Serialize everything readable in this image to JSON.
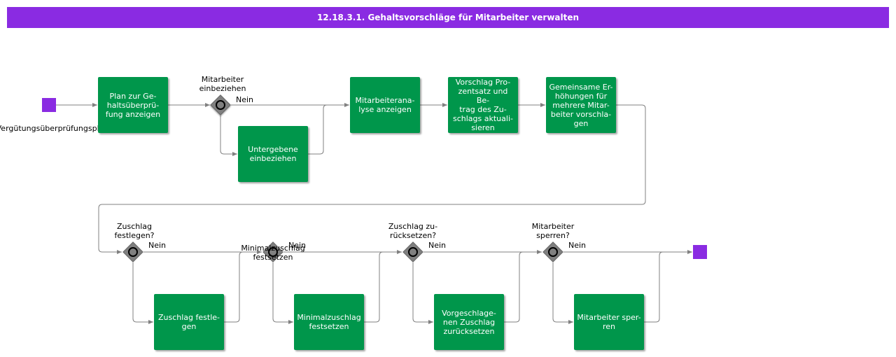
{
  "header": {
    "title": "12.18.3.1. Gehaltsvorschläge für Mitarbeiter verwalten"
  },
  "start_event": {
    "label": "Vergütungsüberprüfungsplan"
  },
  "tasks": {
    "t1": "Plan zur Ge-\nhaltsüberprü-\nfung anzeigen",
    "t2": "Untergebene\neinbeziehen",
    "t3": "Mitarbeiterana-\nlyse anzeigen",
    "t4": "Vorschlag Pro-\nzentsatz und Be-\ntrag des Zu-\nschlags aktuali-\nsieren",
    "t5": "Gemeinsame Er-\nhöhungen für\nmehrere Mitar-\nbeiter vorschla-\ngen",
    "t6": "Zuschlag festle-\ngen",
    "t7": "Minimalzuschlag\nfestsetzen",
    "t8": "Vorgeschlage-\nnen Zuschlag\nzurücksetzen",
    "t9": "Mitarbeiter sper-\nren"
  },
  "gateways": {
    "g1": {
      "question": "Mitarbeiter\neinbeziehen",
      "no": "Nein"
    },
    "g2": {
      "question": "Zuschlag\nfestlegen?",
      "no": "Nein"
    },
    "g3": {
      "question": "Minimalzuschlag\nfestsetzen",
      "no": "Nein"
    },
    "g4": {
      "question": "Zuschlag zu-\nrücksetzen?",
      "no": "Nein"
    },
    "g5": {
      "question": "Mitarbeiter\nsperren?",
      "no": "Nein"
    }
  },
  "colors": {
    "header": "#8a2be2",
    "task": "#00964b",
    "event": "#8a2be2",
    "gateway": "#808080",
    "line": "#808080"
  }
}
